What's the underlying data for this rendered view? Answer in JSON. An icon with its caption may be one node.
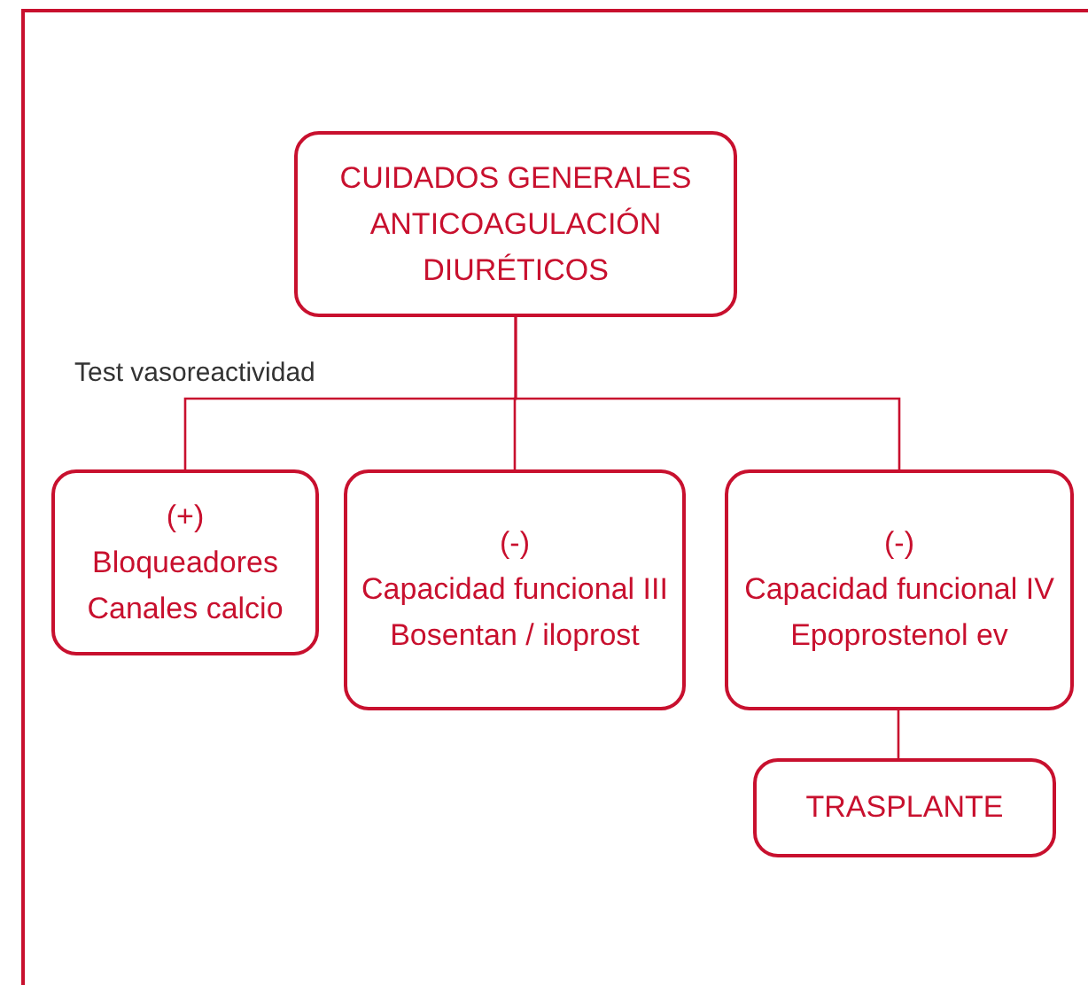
{
  "diagram": {
    "nodes": [
      {
        "text": [
          "CUIDADOS GENERALES",
          "ANTICOAGULACIÓN",
          "DIURÉTICOS"
        ]
      },
      {
        "text": [
          "(+)",
          "Bloqueadores Canales calcio"
        ]
      },
      {
        "text": [
          "(-)",
          "Capacidad funcional III",
          "Bosentan / iloprost"
        ]
      },
      {
        "text": [
          "(-)",
          "Capacidad funcional IV",
          "Epoprostenol ev"
        ]
      },
      {
        "text": [
          "TRASPLANTE"
        ]
      }
    ],
    "edges": [
      {
        "from": 0,
        "to": 1,
        "arrow": "none"
      },
      {
        "from": 0,
        "to": 2,
        "arrow": "none"
      },
      {
        "from": 0,
        "to": 3,
        "arrow": "none"
      },
      {
        "from": 3,
        "to": 4,
        "arrow": "none"
      }
    ],
    "labels": [
      "Test vasoreactividad"
    ]
  }
}
